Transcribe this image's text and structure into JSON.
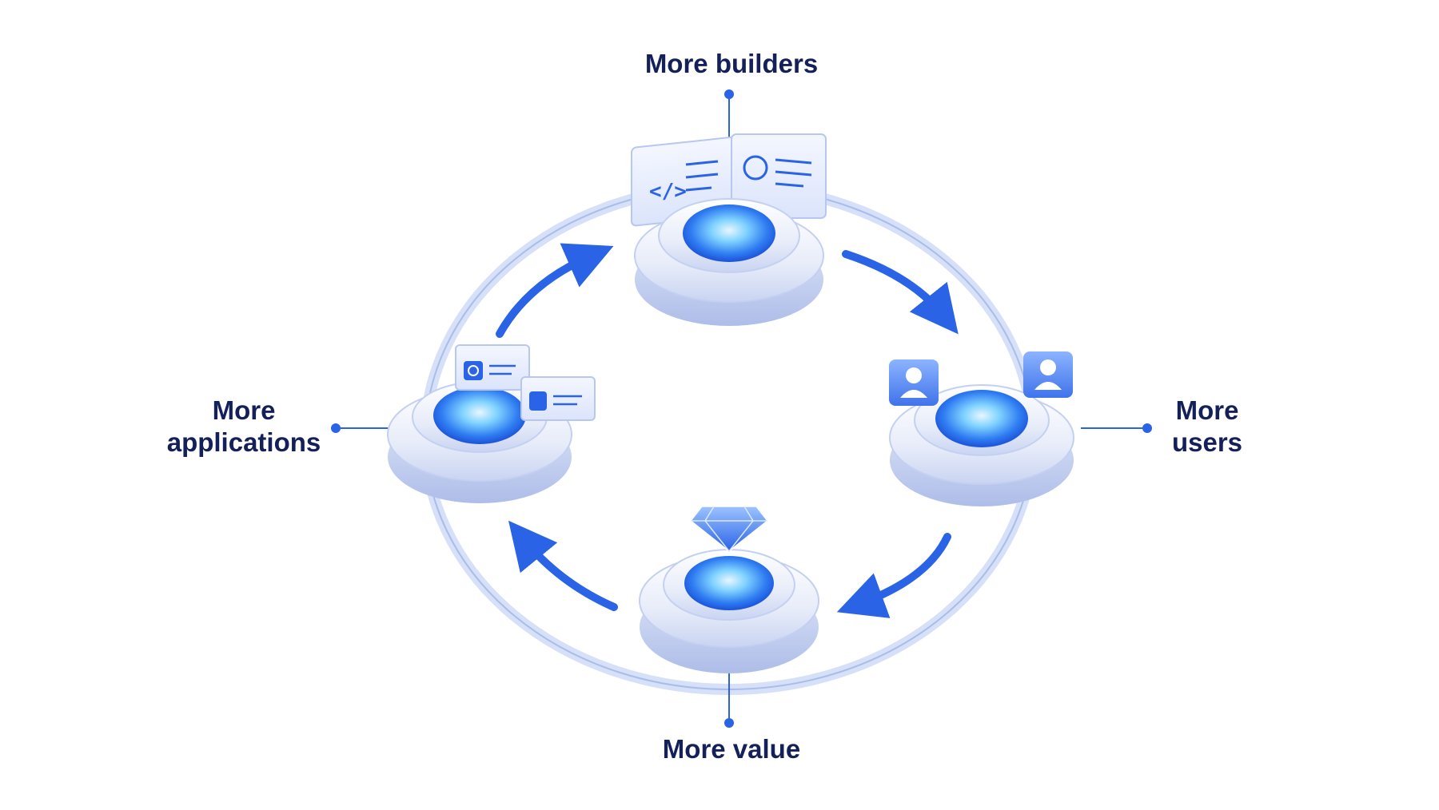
{
  "diagram": {
    "accent": "#2a63e6",
    "label_color": "#14205a",
    "ring_color": "#c6d3f5",
    "nodes": [
      {
        "id": "top",
        "label_lines": [
          "More builders"
        ],
        "icons": [
          "code-window-icon",
          "chart-window-icon"
        ]
      },
      {
        "id": "right",
        "label_lines": [
          "More",
          "users"
        ],
        "icons": [
          "user-card-icon",
          "user-card-icon"
        ]
      },
      {
        "id": "bottom",
        "label_lines": [
          "More value"
        ],
        "icons": [
          "diamond-icon"
        ]
      },
      {
        "id": "left",
        "label_lines": [
          "More",
          "applications"
        ],
        "icons": [
          "fingerprint-window-icon",
          "document-window-icon"
        ]
      }
    ],
    "arrows": [
      "top-to-right",
      "right-to-bottom",
      "bottom-to-left",
      "left-to-top"
    ]
  }
}
